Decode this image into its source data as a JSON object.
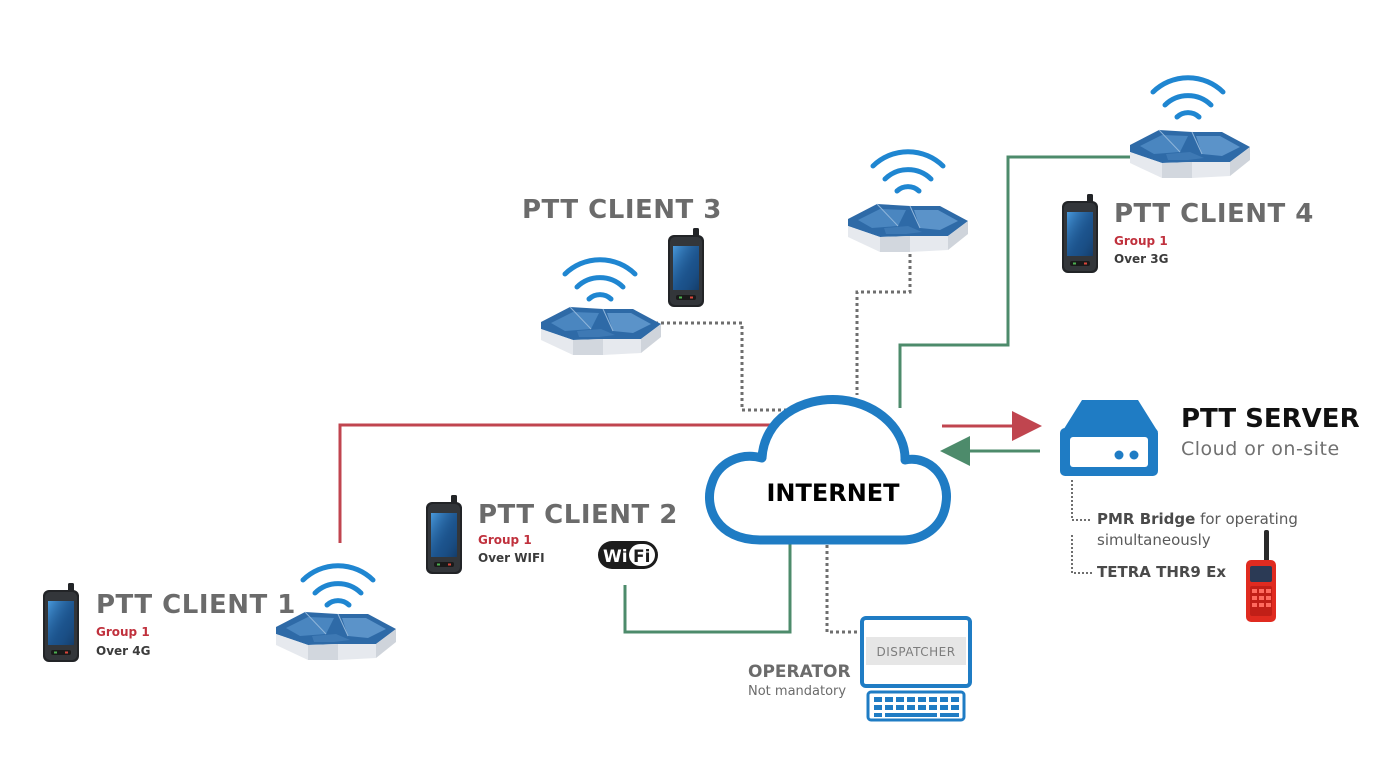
{
  "diagram": {
    "internet_label": "INTERNET",
    "clients": [
      {
        "title": "PTT CLIENT 1",
        "group": "Group 1",
        "network": "Over 4G"
      },
      {
        "title": "PTT CLIENT 2",
        "group": "Group 1",
        "network": "Over WIFI"
      },
      {
        "title": "PTT CLIENT 3"
      },
      {
        "title": "PTT CLIENT 4",
        "group": "Group 1",
        "network": "Over 3G"
      }
    ],
    "server": {
      "title": "PTT SERVER",
      "subtitle": "Cloud or on-site"
    },
    "bridge": {
      "line1_bold": "PMR Bridge",
      "line1_rest": " for operating",
      "line2": "simultaneously",
      "line3": "TETRA THR9 Ex"
    },
    "operator": {
      "title": "OPERATOR",
      "subtitle": "Not mandatory",
      "screen_label": "DISPATCHER"
    },
    "wifi_logo": {
      "left": "Wi",
      "right": "Fi"
    },
    "colors": {
      "link_red": "#c0454f",
      "link_green": "#4d8b6b",
      "link_dotted": "#6e6e6e",
      "accent_blue": "#1f7cc4",
      "radio_red": "#e02b20"
    },
    "icons": [
      "smartphone-icon",
      "cell-tower-icon",
      "wifi-signal-icon",
      "server-icon",
      "computer-icon",
      "keyboard-icon",
      "radio-icon",
      "cloud-icon"
    ]
  }
}
